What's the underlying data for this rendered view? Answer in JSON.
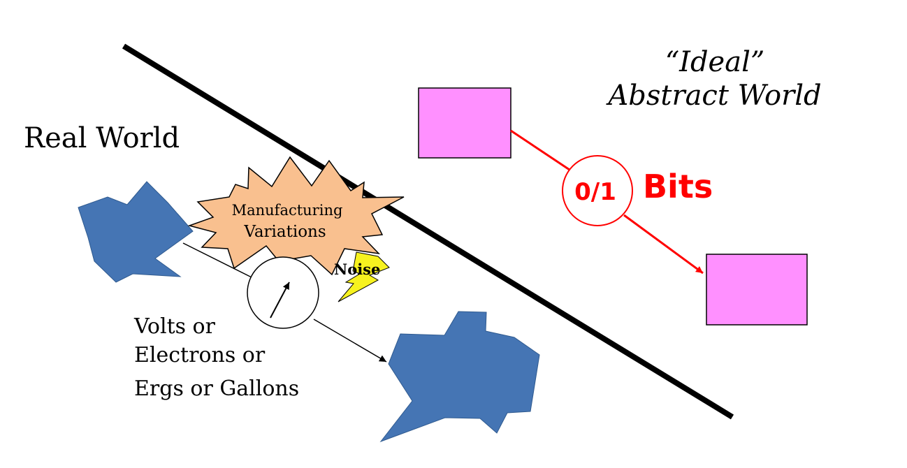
{
  "labels": {
    "ideal_line1": "“Ideal”",
    "ideal_line2": "Abstract World",
    "real_world": "Real World",
    "manufacturing_line1": "Manufacturing",
    "manufacturing_line2": "Variations",
    "noise": "Noise",
    "bit_value": "0/1",
    "bits": "Bits",
    "quantity_line1": "Volts or",
    "quantity_line2": "Electrons or",
    "quantity_line3": "Ergs or Gallons"
  },
  "colors": {
    "background": "#ffffff",
    "divider": "#000000",
    "real_shape": "#4575b4",
    "abstract_box": "#ff90ff",
    "bits_red": "#ff0000",
    "starburst": "#f9c08f",
    "lightning": "#f7f21f"
  },
  "icons": {
    "gauge": "gauge-icon",
    "lightning": "lightning-bolt-icon",
    "starburst": "starburst-shape"
  }
}
